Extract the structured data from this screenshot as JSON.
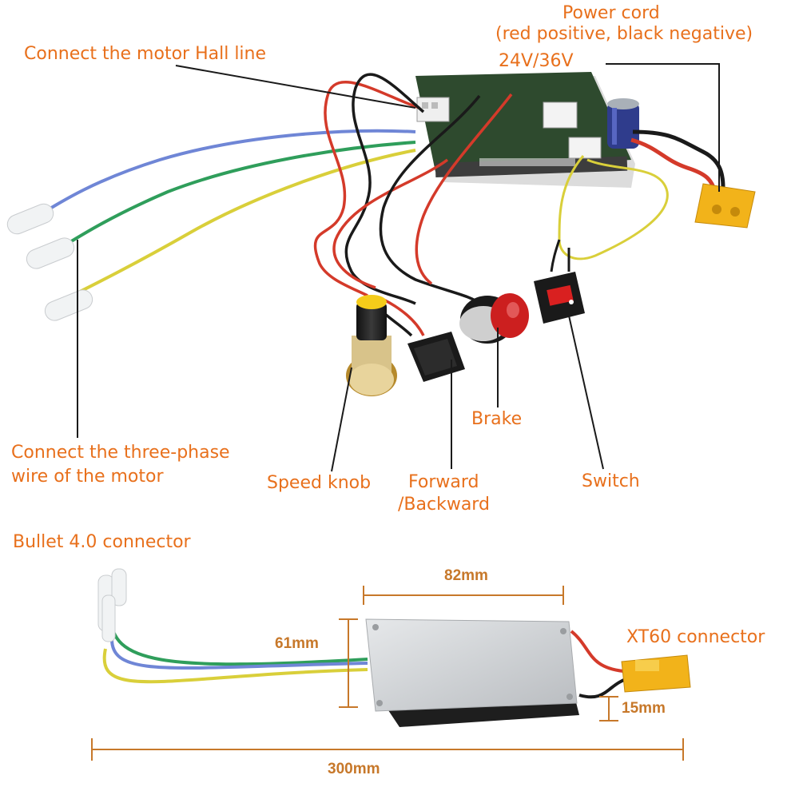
{
  "labels": {
    "power_cord_title": "Power cord",
    "power_cord_note": "(red positive, black negative)",
    "voltage": "24V/36V",
    "hall_line": "Connect the motor Hall line",
    "three_phase_line1": "Connect the three-phase",
    "three_phase_line2": "wire of the motor",
    "speed_knob": "Speed knob",
    "forward_line1": "Forward",
    "forward_line2": "/Backward",
    "brake": "Brake",
    "switch": "Switch",
    "bullet_connector": "Bullet 4.0 connector",
    "xt60_connector": "XT60 connector"
  },
  "dimensions": {
    "width": "82mm",
    "height": "61mm",
    "thickness": "15mm",
    "cable_length": "300mm"
  },
  "colors": {
    "label": "#e8701c",
    "dimension": "#c7782a",
    "pcb": "#2e4a2e",
    "wire_blue": "#6f86d6",
    "wire_green": "#2f9e5b",
    "wire_yellow": "#d9cf3a",
    "wire_red": "#d43a2a",
    "wire_black": "#1a1a1a",
    "xt60": "#f2b31a",
    "button_red": "#cc1f1f",
    "heatsink": "#d6d8da"
  }
}
